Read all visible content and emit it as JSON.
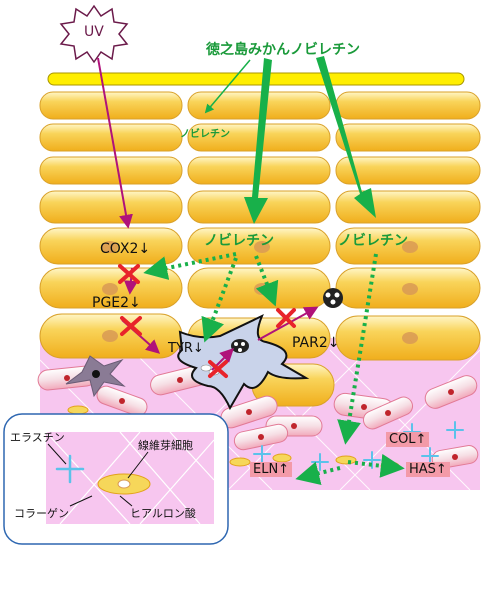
{
  "diagram": {
    "uv": "UV",
    "source": "徳之島みかんノビレチン",
    "nobiletin": [
      "ノビレチン",
      "ノビレチン",
      "ノビレチン"
    ],
    "factors": {
      "cox2": "COX2↓",
      "pge2": "PGE2↓",
      "tyr": "TYR↓",
      "par2": "PAR2↓",
      "col": "COL↑",
      "eln": "ELN↑",
      "has": "HAS↑"
    },
    "legend": {
      "elastin": "エラスチン",
      "fibroblast": "線維芽細胞",
      "collagen": "コラーゲン",
      "hyaluronic": "ヒアルロン酸"
    },
    "colors": {
      "stratum_corneum": "#ffee00",
      "cell": "#f8c948",
      "dermis": "#f7c6ef",
      "nobiletin_arrow": "#18b04a",
      "uv_arrow": "#b0127a",
      "inhibit": "#e8232a",
      "highlight": "#f39aa8"
    }
  }
}
